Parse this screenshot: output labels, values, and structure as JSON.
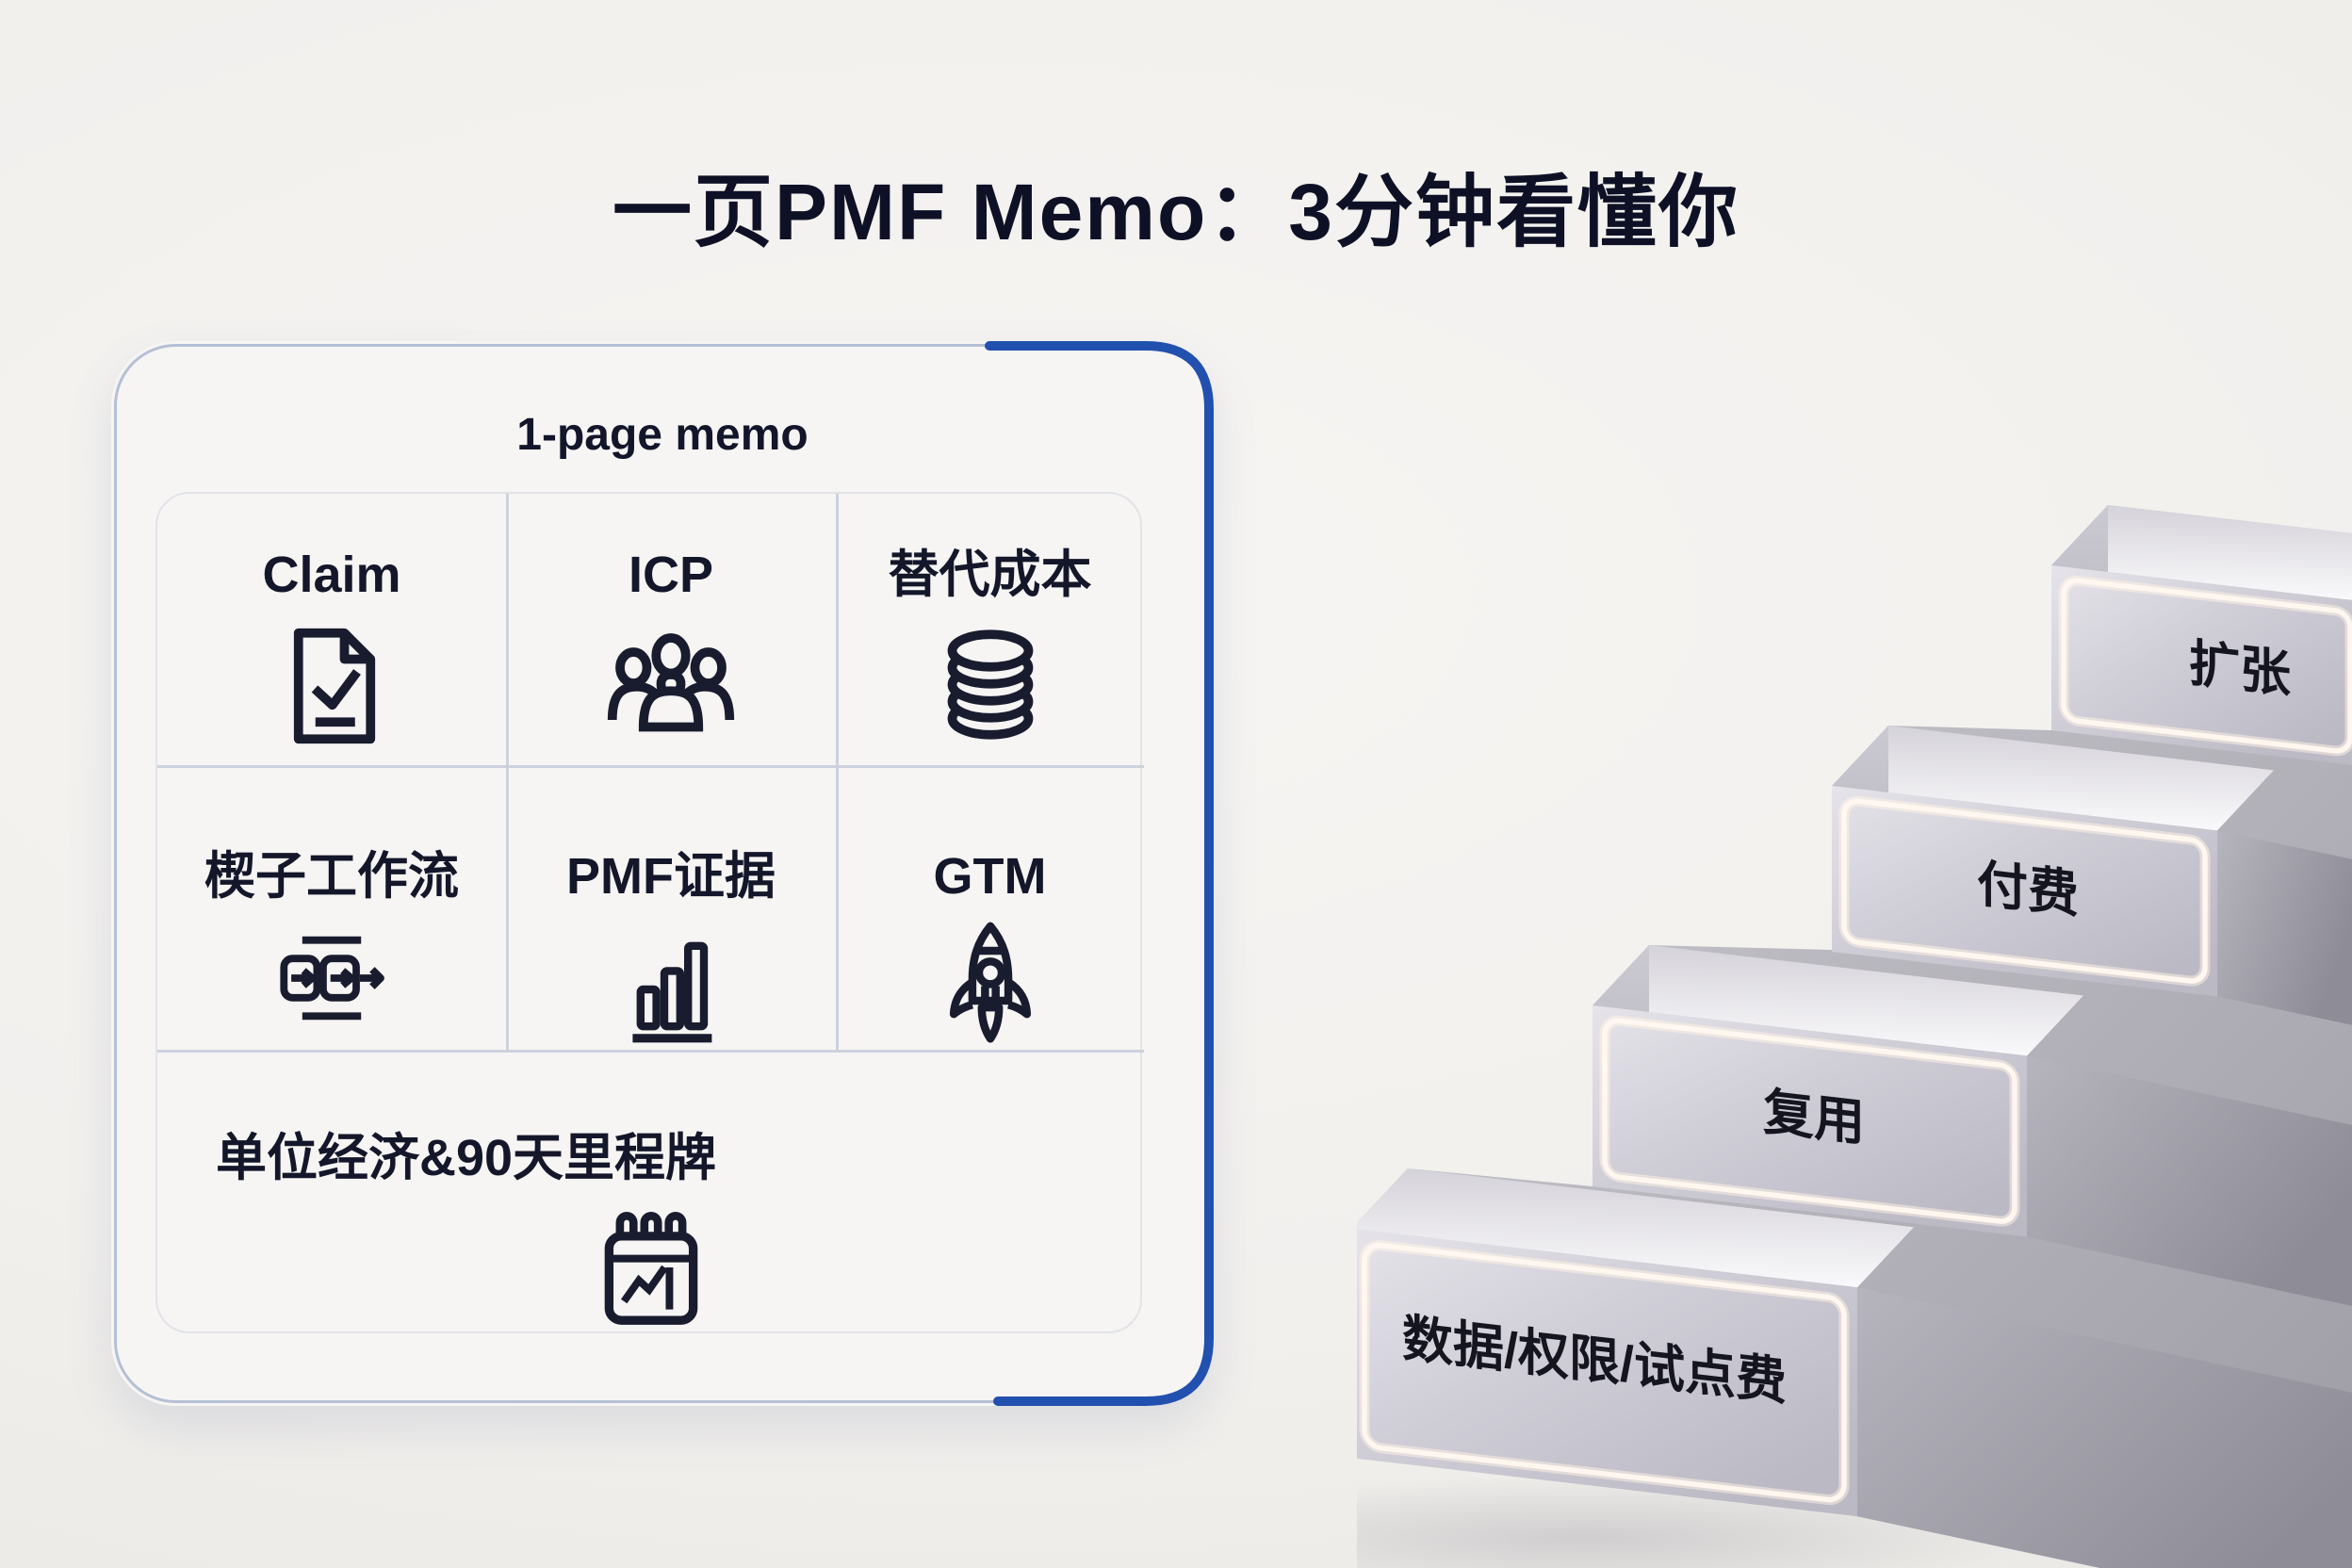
{
  "page": {
    "title": "一页PMF Memo：3分钟看懂你"
  },
  "memo_card": {
    "header": "1-page memo",
    "cells": [
      {
        "label": "Claim",
        "icon": "document-check-icon"
      },
      {
        "label": "ICP",
        "icon": "people-icon"
      },
      {
        "label": "替代成本",
        "icon": "coins-icon"
      },
      {
        "label": "楔子工作流",
        "icon": "workflow-icon"
      },
      {
        "label": "PMF证据",
        "icon": "bar-chart-icon"
      },
      {
        "label": "GTM",
        "icon": "rocket-icon"
      }
    ],
    "footer": {
      "label": "单位经济&90天里程牌",
      "icon": "calendar-trend-icon"
    }
  },
  "staircase": {
    "steps": [
      {
        "label": "扩张"
      },
      {
        "label": "付费"
      },
      {
        "label": "复用"
      },
      {
        "label": "数据/权限/试点费"
      }
    ]
  },
  "colors": {
    "accent_blue": "#2250ae",
    "card_border_light": "#b5c0d4",
    "panel_border": "#e2e3e8",
    "divider": "#ccd2dc",
    "text_dark": "#14172a",
    "icon_stroke": "#191c2e",
    "background": "#f2f0ed",
    "card_background": "#f6f5f4",
    "stair_glow": "#fff6ec"
  }
}
